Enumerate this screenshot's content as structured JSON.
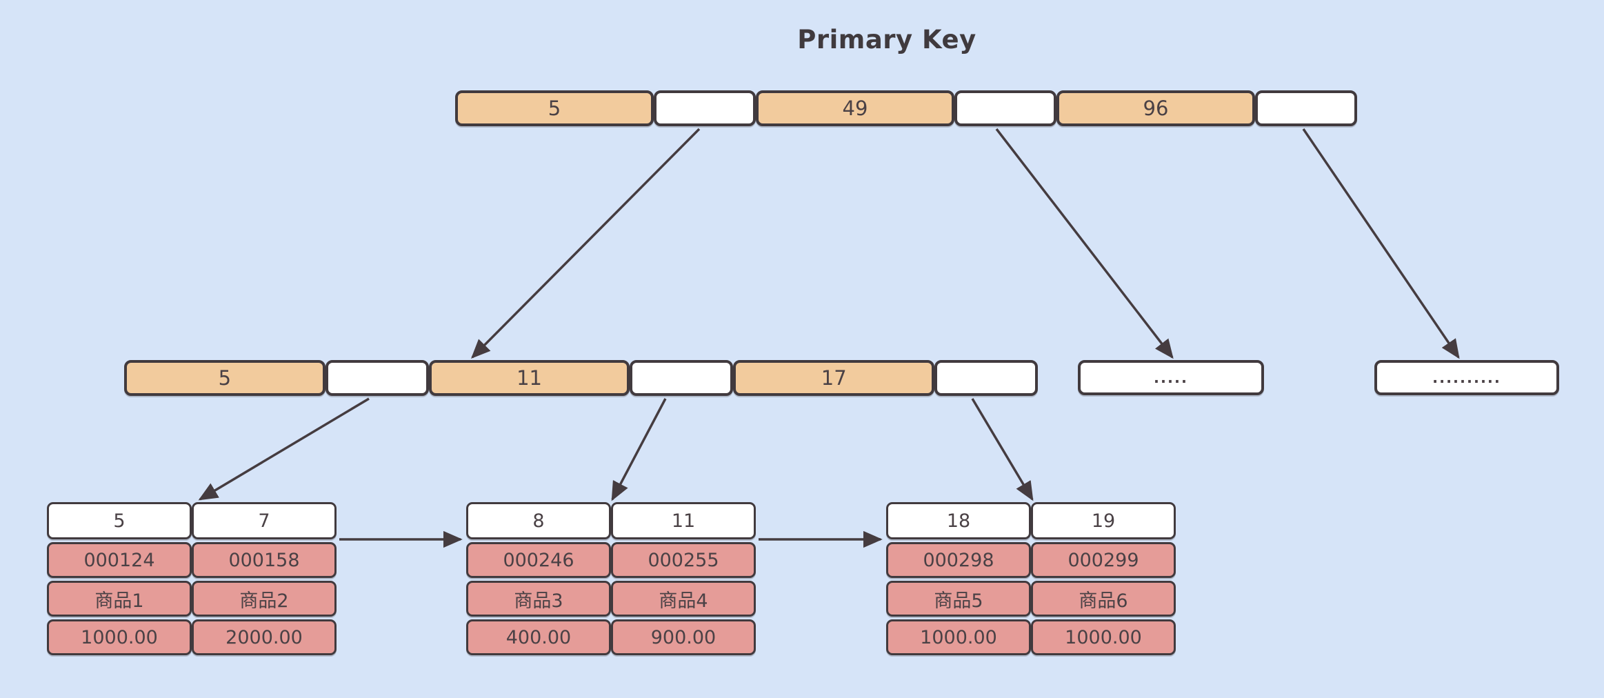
{
  "title": "Primary Key",
  "colors": {
    "background": "#d6e4f8",
    "key_cell_fill": "#f2cb9d",
    "pointer_cell_fill": "#ffffff",
    "record_cell_fill": "#e59c98",
    "border": "#413a3e",
    "arrow": "#453c40",
    "text": "#4a4145"
  },
  "root_node": {
    "cells": [
      {
        "label": "5"
      },
      {
        "label": ""
      },
      {
        "label": "49"
      },
      {
        "label": ""
      },
      {
        "label": "96"
      },
      {
        "label": ""
      }
    ]
  },
  "internal_node": {
    "cells": [
      {
        "label": "5"
      },
      {
        "label": ""
      },
      {
        "label": "11"
      },
      {
        "label": ""
      },
      {
        "label": "17"
      },
      {
        "label": ""
      }
    ]
  },
  "collapsed_nodes": [
    {
      "label": "....."
    },
    {
      "label": ".........."
    }
  ],
  "leaf_nodes": [
    {
      "keys": [
        "5",
        "7"
      ],
      "rows": [
        [
          "000124",
          "000158"
        ],
        [
          "商品1",
          "商品2"
        ],
        [
          "1000.00",
          "2000.00"
        ]
      ]
    },
    {
      "keys": [
        "8",
        "11"
      ],
      "rows": [
        [
          "000246",
          "000255"
        ],
        [
          "商品3",
          "商品4"
        ],
        [
          "400.00",
          "900.00"
        ]
      ]
    },
    {
      "keys": [
        "18",
        "19"
      ],
      "rows": [
        [
          "000298",
          "000299"
        ],
        [
          "商品5",
          "商品6"
        ],
        [
          "1000.00",
          "1000.00"
        ]
      ]
    }
  ]
}
